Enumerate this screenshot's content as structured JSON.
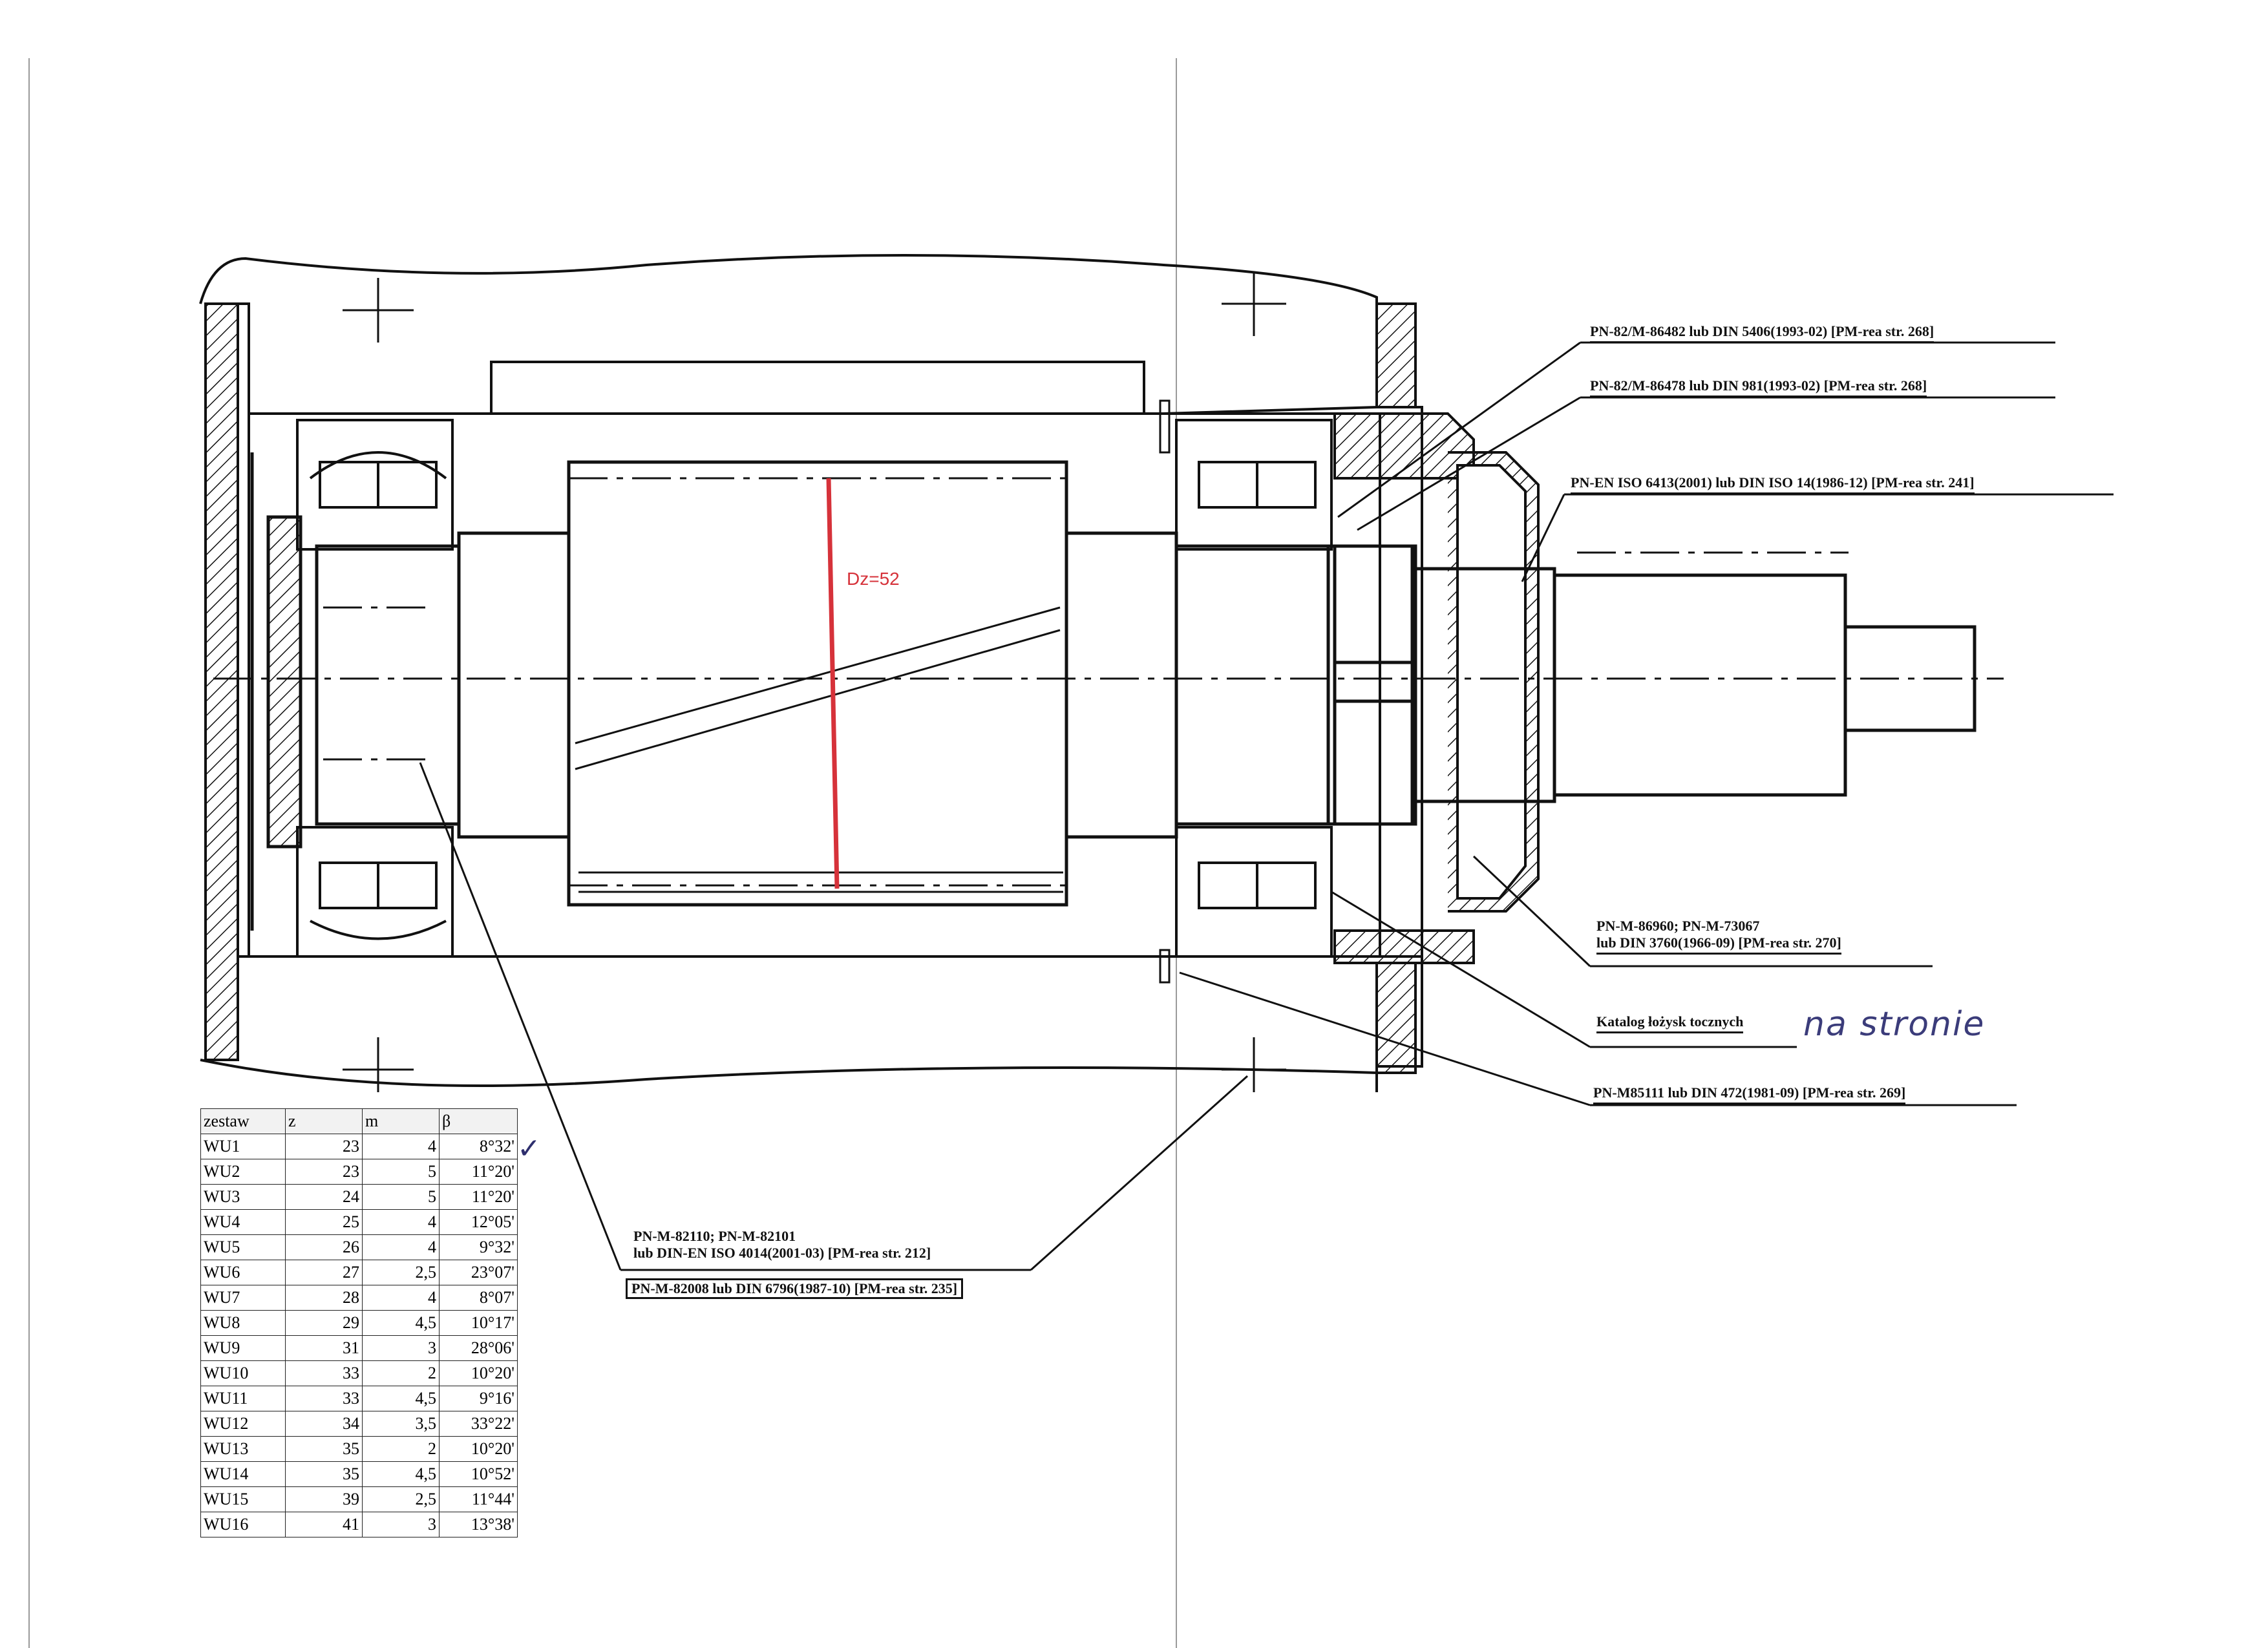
{
  "annotations": {
    "gear_diameter": "Dz=52",
    "handwritten_note": "na stronie",
    "check_mark": "✓"
  },
  "callouts": {
    "c1": "PN-82/M-86482 lub DIN 5406(1993-02) [PM-rea str. 268]",
    "c2": "PN-82/M-86478 lub DIN 981(1993-02) [PM-rea str. 268]",
    "c3": "PN-EN ISO 6413(2001) lub DIN ISO 14(1986-12) [PM-rea str. 241]",
    "c4_line1": "PN-M-86960;  PN-M-73067",
    "c4_line2": "lub DIN 3760(1966-09) [PM-rea str. 270]",
    "c5": "Katalog łożysk tocznych",
    "c6": "PN-M85111 lub DIN 472(1981-09) [PM-rea str. 269]",
    "c7_line1": "PN-M-82110;  PN-M-82101",
    "c7_line2": "lub DIN-EN ISO 4014(2001-03) [PM-rea str. 212]",
    "c8": "PN-M-82008 lub DIN 6796(1987-10) [PM-rea str. 235]"
  },
  "table": {
    "headers": [
      "zestaw",
      "z",
      "m",
      "β"
    ],
    "rows": [
      [
        "WU1",
        "23",
        "4",
        "8°32'"
      ],
      [
        "WU2",
        "23",
        "5",
        "11°20'"
      ],
      [
        "WU3",
        "24",
        "5",
        "11°20'"
      ],
      [
        "WU4",
        "25",
        "4",
        "12°05'"
      ],
      [
        "WU5",
        "26",
        "4",
        "9°32'"
      ],
      [
        "WU6",
        "27",
        "2,5",
        "23°07'"
      ],
      [
        "WU7",
        "28",
        "4",
        "8°07'"
      ],
      [
        "WU8",
        "29",
        "4,5",
        "10°17'"
      ],
      [
        "WU9",
        "31",
        "3",
        "28°06'"
      ],
      [
        "WU10",
        "33",
        "2",
        "10°20'"
      ],
      [
        "WU11",
        "33",
        "4,5",
        "9°16'"
      ],
      [
        "WU12",
        "34",
        "3,5",
        "33°22'"
      ],
      [
        "WU13",
        "35",
        "2",
        "10°20'"
      ],
      [
        "WU14",
        "35",
        "4,5",
        "10°52'"
      ],
      [
        "WU15",
        "39",
        "2,5",
        "11°44'"
      ],
      [
        "WU16",
        "41",
        "3",
        "13°38'"
      ]
    ]
  },
  "colors": {
    "line": "#111111",
    "red_dimension": "#d6323a",
    "handwriting": "#3b3c7a"
  }
}
